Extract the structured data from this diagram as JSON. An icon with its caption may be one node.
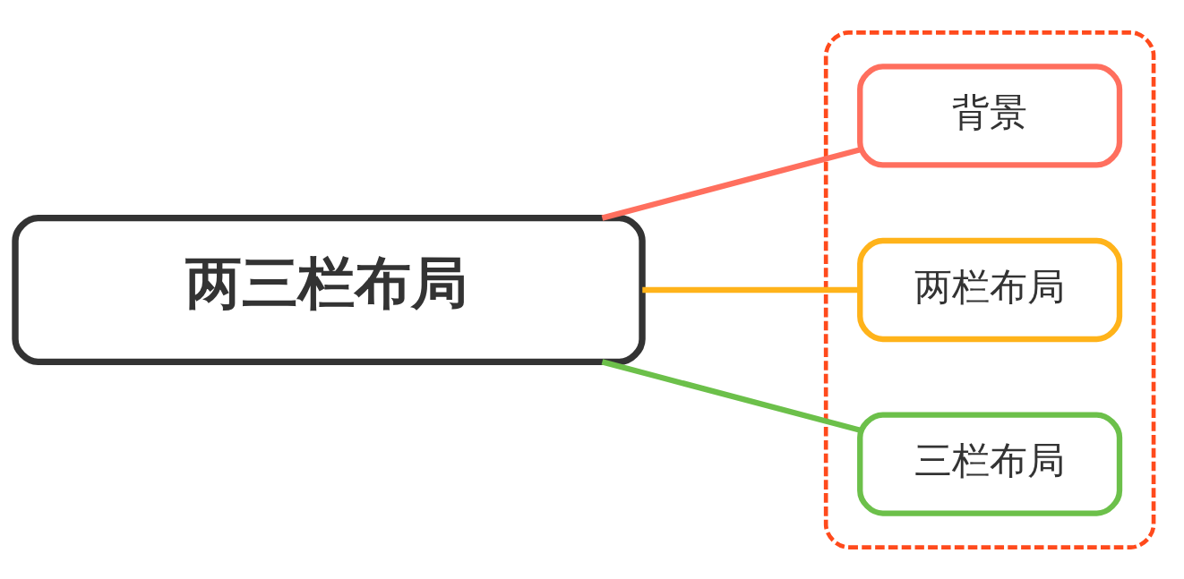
{
  "diagram": {
    "nodes": [
      {
        "text": [
          "两三栏布局"
        ]
      },
      {
        "text": [],
        "shape": "box"
      },
      {
        "text": [
          "背景"
        ],
        "in": 1
      },
      {
        "text": [
          "两栏布局"
        ],
        "in": 1
      },
      {
        "text": [
          "三栏布局"
        ],
        "in": 1
      }
    ],
    "edges": [
      {
        "from": 0,
        "to": 2,
        "arrow": "none",
        "color": "#ff6f5e"
      },
      {
        "from": 0,
        "to": 3,
        "arrow": "none",
        "color": "#ffb31a"
      },
      {
        "from": 0,
        "to": 4,
        "arrow": "none",
        "color": "#6cc04a"
      }
    ]
  }
}
